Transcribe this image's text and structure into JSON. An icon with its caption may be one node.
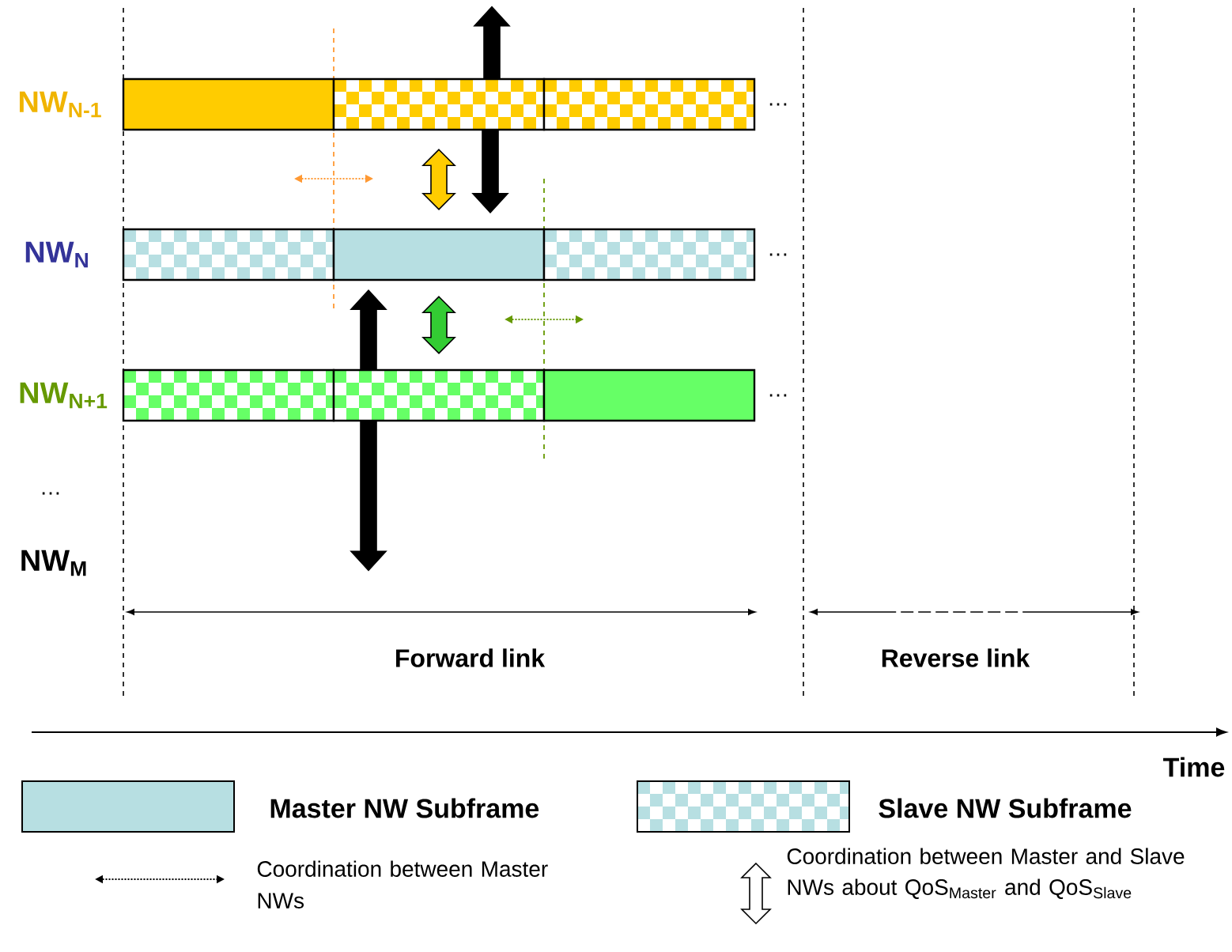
{
  "diagram": {
    "nodes": [
      {
        "text": [],
        "shape": "box",
        "beside": [
          "NW$_{N-1}$"
        ]
      },
      {
        "text": [],
        "shape": "box"
      },
      {
        "text": [],
        "shape": "box",
        "beside": [
          "…"
        ]
      },
      {
        "text": [],
        "shape": "box",
        "beside": [
          "NW$_{N}$"
        ]
      },
      {
        "text": [],
        "shape": "box"
      },
      {
        "text": [],
        "shape": "box",
        "beside": [
          "…"
        ]
      },
      {
        "text": [],
        "shape": "box",
        "beside": [
          "NW$_{N+1}$"
        ]
      },
      {
        "text": [],
        "shape": "box"
      },
      {
        "text": [],
        "shape": "box",
        "beside": [
          "…"
        ]
      }
    ],
    "edges": [
      {
        "from": 1,
        "to": 4,
        "arrow": "to"
      },
      {
        "from": 1,
        "to": 4,
        "arrow": "both",
        "color": "#ffcc00"
      },
      {
        "from": 7,
        "to": 4,
        "arrow": "to"
      },
      {
        "from": 4,
        "to": 7,
        "arrow": "both",
        "color": "#33cc33"
      },
      {
        "from": 1,
        "to": null,
        "arrow": "to"
      },
      {
        "from": 7,
        "to": null,
        "arrow": "to"
      }
    ],
    "labels": [
      "…",
      "NW$_{M}$",
      "Forward link",
      "Reverse link",
      "Time"
    ],
    "legend": [
      {
        "text": "Master NW Subframe",
        "color": "#b7dfe2"
      },
      {
        "text": "Slave NW Subframe"
      },
      {
        "text": "Coordination between Master NWs"
      },
      {
        "text": "Coordination between Master and Slave NWs about QoS$_{Master}$ and QoS$_{Slave}$"
      }
    ]
  }
}
